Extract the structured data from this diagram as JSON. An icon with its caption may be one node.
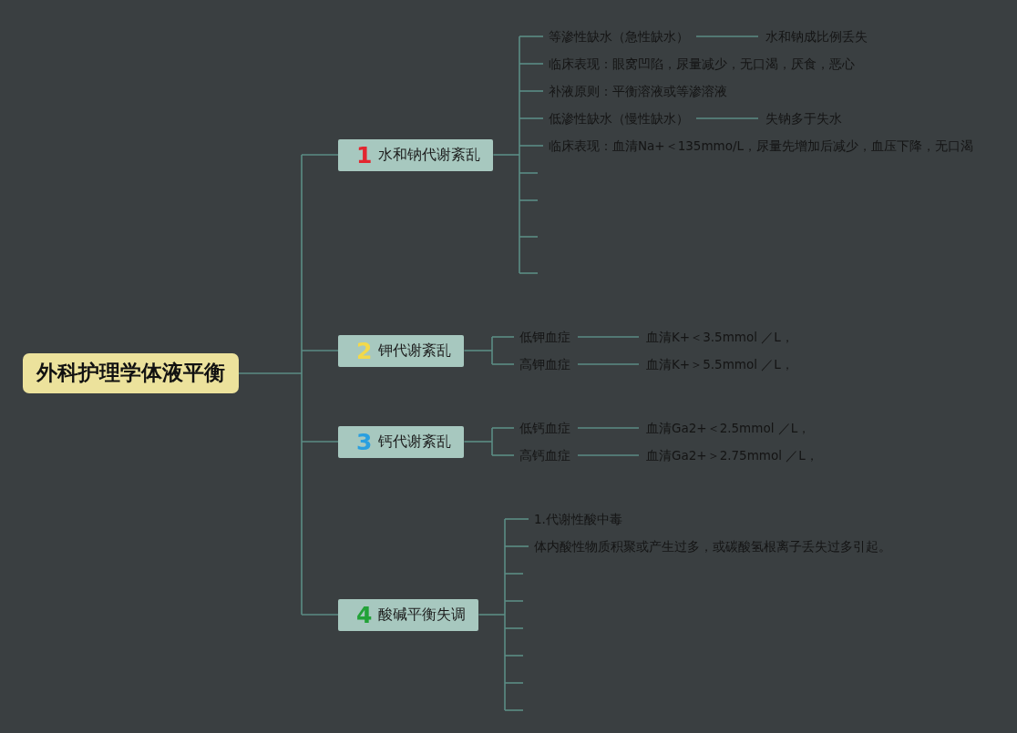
{
  "diagram": {
    "nodes": [
      {
        "text": [
          "外科护理学体液平衡"
        ]
      },
      {
        "text": [
          "1",
          "水和钠代谢紊乱"
        ]
      },
      {
        "text": [
          "等渗性缺水（急性缺水）"
        ]
      },
      {
        "text": [
          "水和钠成比例丢失"
        ]
      },
      {
        "text": [
          "临床表现：眼窝凹陷，尿量减少，无口渴，厌食，恶心"
        ]
      },
      {
        "text": [
          "补液原则：平衡溶液或等渗溶液"
        ]
      },
      {
        "text": [
          "低渗性缺水（慢性缺水）"
        ]
      },
      {
        "text": [
          "失钠多于失水"
        ]
      },
      {
        "text": [
          "临床表现：血清Na+＜135mmo/L，尿量先增加后减少，血压下降，无口渴"
        ]
      },
      {
        "text": [
          "2",
          "钾代谢紊乱"
        ]
      },
      {
        "text": [
          "低钾血症"
        ]
      },
      {
        "text": [
          "血清K+＜3.5mmol ／L，"
        ]
      },
      {
        "text": [
          "高钾血症"
        ]
      },
      {
        "text": [
          "血清K+＞5.5mmol ／L，"
        ]
      },
      {
        "text": [
          "3",
          "钙代谢紊乱"
        ]
      },
      {
        "text": [
          "低钙血症"
        ]
      },
      {
        "text": [
          "血清Ga2+＜2.5mmol ／L，"
        ]
      },
      {
        "text": [
          "高钙血症"
        ]
      },
      {
        "text": [
          "血清Ga2+＞2.75mmol ／L，"
        ]
      },
      {
        "text": [
          "4",
          "酸碱平衡失调"
        ]
      },
      {
        "text": [
          "1.代谢性酸中毒"
        ]
      },
      {
        "text": [
          "体内酸性物质积聚或产生过多，或碳酸氢根离子丢失过多引起。"
        ]
      }
    ],
    "edges": [
      {
        "from": 0,
        "to": 1,
        "arrow": "none"
      },
      {
        "from": 0,
        "to": 9,
        "arrow": "none"
      },
      {
        "from": 0,
        "to": 14,
        "arrow": "none"
      },
      {
        "from": 0,
        "to": 19,
        "arrow": "none"
      },
      {
        "from": 1,
        "to": 2,
        "arrow": "none"
      },
      {
        "from": 2,
        "to": 3,
        "arrow": "none"
      },
      {
        "from": 1,
        "to": 4,
        "arrow": "none"
      },
      {
        "from": 1,
        "to": 5,
        "arrow": "none"
      },
      {
        "from": 1,
        "to": 6,
        "arrow": "none"
      },
      {
        "from": 6,
        "to": 7,
        "arrow": "none"
      },
      {
        "from": 1,
        "to": 8,
        "arrow": "none"
      },
      {
        "from": 1,
        "to": null,
        "arrow": "none"
      },
      {
        "from": 1,
        "to": null,
        "arrow": "none"
      },
      {
        "from": 1,
        "to": null,
        "arrow": "none"
      },
      {
        "from": 1,
        "to": null,
        "arrow": "none"
      },
      {
        "from": 9,
        "to": 10,
        "arrow": "none"
      },
      {
        "from": 10,
        "to": 11,
        "arrow": "none"
      },
      {
        "from": 9,
        "to": 12,
        "arrow": "none"
      },
      {
        "from": 12,
        "to": 13,
        "arrow": "none"
      },
      {
        "from": 14,
        "to": 15,
        "arrow": "none"
      },
      {
        "from": 15,
        "to": 16,
        "arrow": "none"
      },
      {
        "from": 14,
        "to": 17,
        "arrow": "none"
      },
      {
        "from": 17,
        "to": 18,
        "arrow": "none"
      },
      {
        "from": 19,
        "to": 20,
        "arrow": "none"
      },
      {
        "from": 19,
        "to": 21,
        "arrow": "none"
      },
      {
        "from": 19,
        "to": null,
        "arrow": "none"
      },
      {
        "from": 19,
        "to": null,
        "arrow": "none"
      },
      {
        "from": 19,
        "to": null,
        "arrow": "none"
      },
      {
        "from": 19,
        "to": null,
        "arrow": "none"
      },
      {
        "from": 19,
        "to": null,
        "arrow": "none"
      },
      {
        "from": 19,
        "to": null,
        "arrow": "none"
      }
    ]
  }
}
